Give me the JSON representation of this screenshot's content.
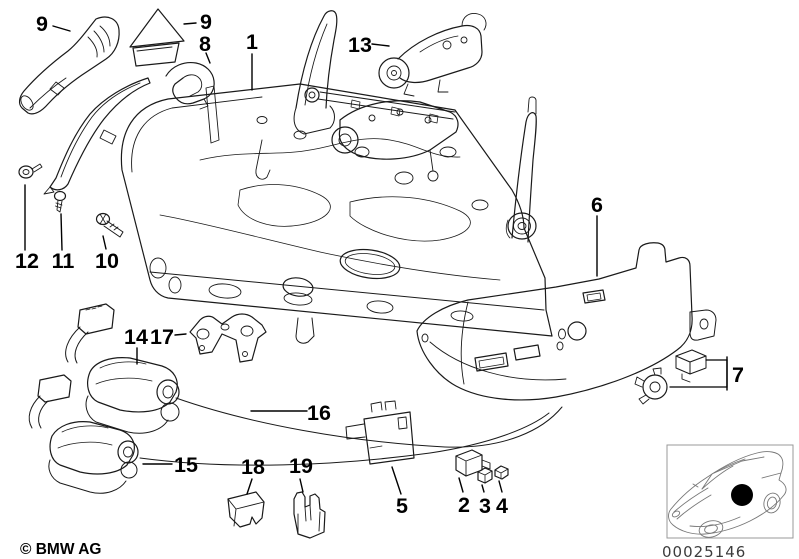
{
  "diagram": {
    "callouts": [
      {
        "id": "9-left",
        "label": "9"
      },
      {
        "id": "9-right",
        "label": "9"
      },
      {
        "id": "8",
        "label": "8"
      },
      {
        "id": "1",
        "label": "1"
      },
      {
        "id": "13",
        "label": "13"
      },
      {
        "id": "6",
        "label": "6"
      },
      {
        "id": "12",
        "label": "12"
      },
      {
        "id": "11",
        "label": "11"
      },
      {
        "id": "10",
        "label": "10"
      },
      {
        "id": "14",
        "label": "14"
      },
      {
        "id": "17",
        "label": "17"
      },
      {
        "id": "16",
        "label": "16"
      },
      {
        "id": "15",
        "label": "15"
      },
      {
        "id": "18",
        "label": "18"
      },
      {
        "id": "19",
        "label": "19"
      },
      {
        "id": "5",
        "label": "5"
      },
      {
        "id": "2",
        "label": "2"
      },
      {
        "id": "3",
        "label": "3"
      },
      {
        "id": "4",
        "label": "4"
      },
      {
        "id": "7",
        "label": "7"
      }
    ],
    "footer": {
      "copyright": "© BMW AG"
    },
    "locator": {
      "code": "00025146"
    },
    "colors": {
      "line": "#1a1a1a",
      "background": "#ffffff",
      "locator_border": "#999999",
      "locator_car": "#777777",
      "locator_code_text": "#3c3c3c"
    }
  }
}
